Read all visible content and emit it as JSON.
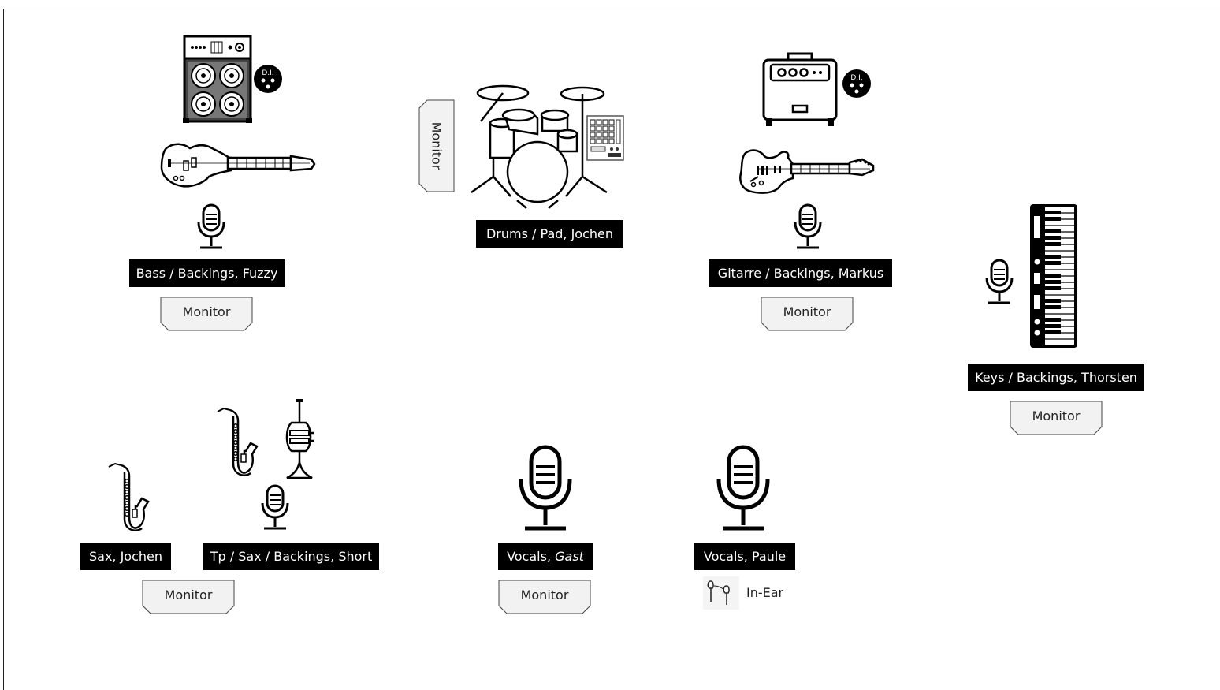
{
  "labels": {
    "bass": "Bass / Backings, Fuzzy",
    "drums": "Drums / Pad, Jochen",
    "gitarre": "Gitarre / Backings, Markus",
    "keys": "Keys / Backings, Thorsten",
    "sax": "Sax, Jochen",
    "tp": "Tp / Sax / Backings, Short",
    "vocals_gast_prefix": "Vocals, ",
    "vocals_gast_name": "Gast",
    "vocals_paule": "Vocals, Paule"
  },
  "monitor_label": "Monitor",
  "inear_label": "In-Ear",
  "di_label": "D.I.",
  "icons": [
    "bass-amp-icon",
    "bass-guitar-icon",
    "electric-guitar-icon",
    "guitar-amp-icon",
    "drum-kit-icon",
    "drum-pad-icon",
    "keyboard-icon",
    "saxophone-icon",
    "trumpet-icon",
    "microphone-icon",
    "in-ear-icon",
    "di-box-icon"
  ]
}
